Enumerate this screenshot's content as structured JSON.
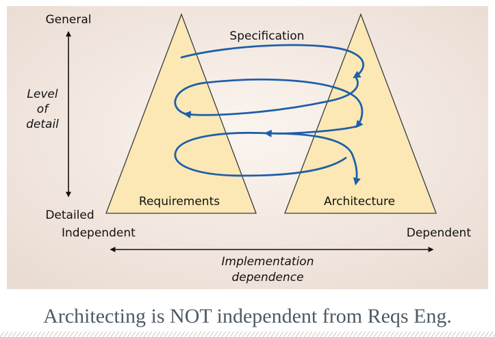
{
  "diagram": {
    "detail_axis": {
      "top": "General",
      "title": [
        "Level",
        "of",
        "detail"
      ],
      "bottom": "Detailed"
    },
    "dependence_axis": {
      "left": "Independent",
      "right": "Dependent",
      "title": [
        "Implementation",
        "dependence"
      ]
    },
    "loop_label": "Specification",
    "left_triangle_label": "Requirements",
    "right_triangle_label": "Architecture",
    "colors": {
      "background_center": "#fbf5ef",
      "background_edge": "#eadcd3",
      "triangle_fill": "#fbe8b5",
      "spiral": "#1f5fa8"
    }
  },
  "caption": "Architecting is NOT independent from Reqs Eng."
}
